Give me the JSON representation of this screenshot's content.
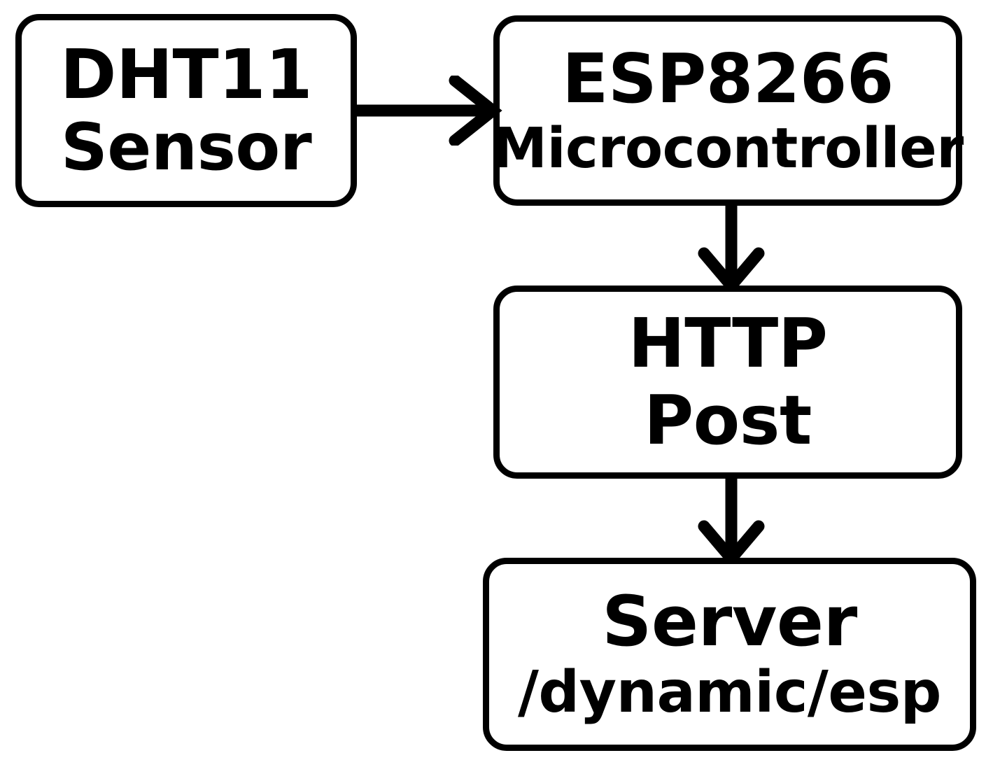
{
  "diagram": {
    "title": "DHT11 to ESP8266 to Server data flow",
    "background_color": "#ffffff",
    "stroke_color": "#000000",
    "nodes": [
      {
        "id": "dht11-sensor",
        "primary": "DHT11",
        "secondary": "Sensor",
        "shape": "rounded-rectangle"
      },
      {
        "id": "esp8266-microcontroller",
        "primary": "ESP8266",
        "secondary": "Microcontroller",
        "shape": "rounded-rectangle"
      },
      {
        "id": "http-post",
        "primary": "HTTP",
        "secondary": "Post",
        "shape": "rounded-rectangle"
      },
      {
        "id": "server",
        "primary": "Server",
        "secondary": "/dynamic/esp",
        "shape": "rounded-rectangle"
      }
    ],
    "edges": [
      {
        "id": "dht11-to-esp8266",
        "from": "dht11-sensor",
        "to": "esp8266-microcontroller",
        "direction": "right",
        "label": ""
      },
      {
        "id": "esp8266-to-http",
        "from": "esp8266-microcontroller",
        "to": "http-post",
        "direction": "down",
        "label": ""
      },
      {
        "id": "http-to-server",
        "from": "http-post",
        "to": "server",
        "direction": "down",
        "label": ""
      }
    ]
  }
}
